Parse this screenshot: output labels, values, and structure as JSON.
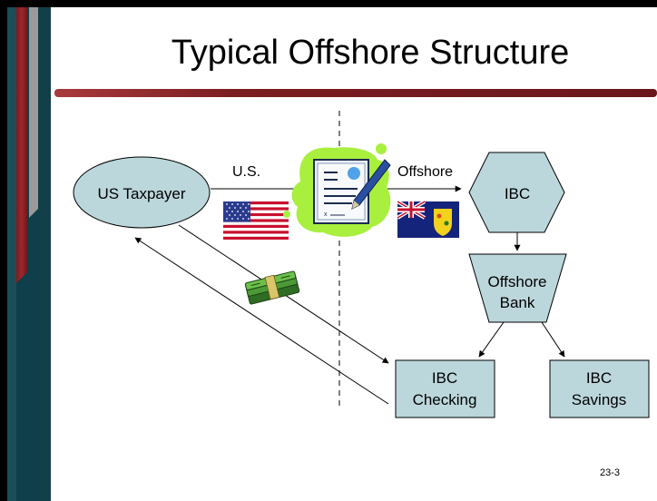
{
  "slide": {
    "title": "Typical Offshore Structure",
    "page_number": "23-3"
  },
  "diagram": {
    "jurisdiction_left": "U.S.",
    "jurisdiction_right": "Offshore",
    "nodes": {
      "us_taxpayer": "US Taxpayer",
      "ibc": "IBC",
      "offshore_bank_line1": "Offshore",
      "offshore_bank_line2": "Bank",
      "ibc_checking_line1": "IBC",
      "ibc_checking_line2": "Checking",
      "ibc_savings_line1": "IBC",
      "ibc_savings_line2": "Savings"
    }
  },
  "colors": {
    "slide_bg": "#ffffff",
    "frame": "#000000",
    "side_band_dark": "#0f3f4a",
    "side_band_red": "#8e1f23",
    "title_rule": "#7a1d22",
    "shape_fill": "#bcd7db",
    "document_blob": "#a9ef3e",
    "money": "#3f8a2f"
  },
  "icons": [
    "us-flag-icon",
    "turks-caicos-flag-icon",
    "signed-document-icon",
    "money-stack-icon"
  ]
}
